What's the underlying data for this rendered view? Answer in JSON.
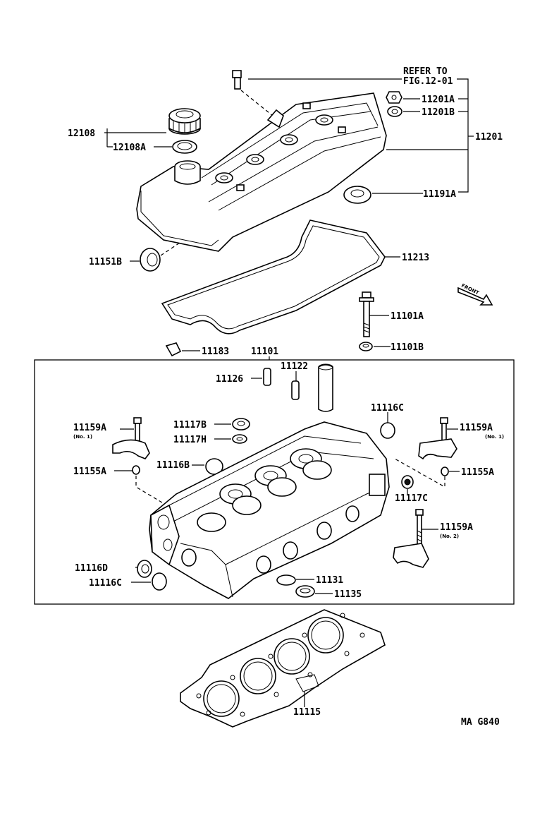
{
  "refer": {
    "line1": "REFER TO",
    "line2": "FIG.12-01"
  },
  "front_label": "FRONT",
  "drawing_code": "MA G840",
  "labels": {
    "p11201A": "11201A",
    "p11201B": "11201B",
    "p11201": "11201",
    "p11191A": "11191A",
    "p12108": "12108",
    "p12108A": "12108A",
    "p11151B": "11151B",
    "p11213": "11213",
    "p11101A": "11101A",
    "p11101B": "11101B",
    "p11183": "11183",
    "p11101": "11101",
    "p11122": "11122",
    "p11126": "11126",
    "p11116C_top": "11116C",
    "p11159A_left": "11159A",
    "p11159A_left_note": "(No. 1)",
    "p11117B": "11117B",
    "p11117H": "11117H",
    "p11159A_right": "11159A",
    "p11159A_right_note": "(No. 1)",
    "p11155A_left": "11155A",
    "p11116B": "11116B",
    "p11155A_right": "11155A",
    "p11117C": "11117C",
    "p11159A_no2": "11159A",
    "p11159A_no2_note": "(No. 2)",
    "p11116D": "11116D",
    "p11116C_bottom": "11116C",
    "p11131": "11131",
    "p11135": "11135",
    "p11115": "11115"
  }
}
